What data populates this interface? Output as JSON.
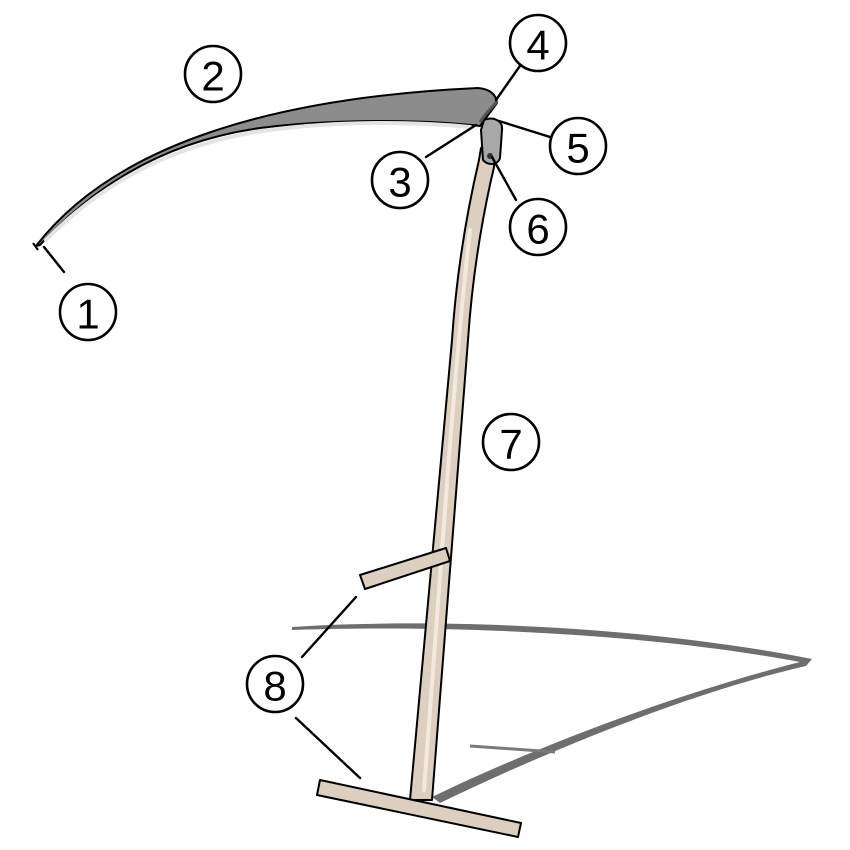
{
  "colors": {
    "blade": "#8c8c8c",
    "blade_edge": "#e4e4e4",
    "ferrule": "#a8a8a8",
    "wood": "#dccfbf",
    "wood_highlight": "#f1e9de",
    "shadow": "#6e6e6e",
    "outline": "#000000"
  },
  "icons": {
    "blade": "curved-blade-icon",
    "snath": "wooden-shaft-icon",
    "handles": "grip-handle-icon",
    "shadow": "cast-shadow-icon"
  },
  "labels": {
    "l1": "1",
    "l2": "2",
    "l3": "3",
    "l4": "4",
    "l5": "5",
    "l6": "6",
    "l7": "7",
    "l8": "8"
  }
}
